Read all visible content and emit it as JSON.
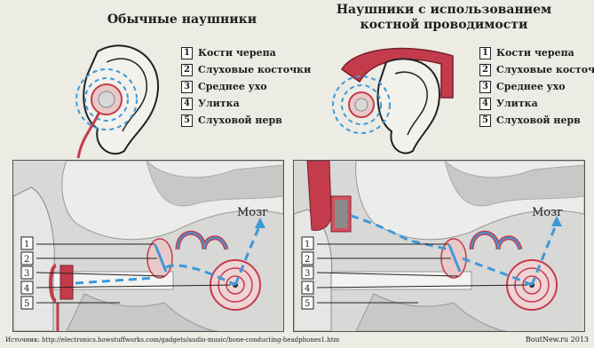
{
  "left_title": "Обычные наушники",
  "right_title_line1": "Наушники с использованием",
  "right_title_line2": "костной проводимости",
  "legend_items": [
    {
      "num": "1",
      "label": "Кости черепа"
    },
    {
      "num": "2",
      "label": "Слуховые косточки"
    },
    {
      "num": "3",
      "label": "Среднее ухо"
    },
    {
      "num": "4",
      "label": "Улитка"
    },
    {
      "num": "5",
      "label": "Слуховой нерв"
    }
  ],
  "brain_label": "Мозг",
  "source": "Источник: http://electronics.howstuffworks.com/gadgets/audio-music/bone-conducting-headphones1.htm",
  "brand": "BoutNew.ru 2013",
  "colors": {
    "accent_blue": "#3d9ad8",
    "headphone_red": "#c43c4c",
    "background": "#ecebe4"
  }
}
